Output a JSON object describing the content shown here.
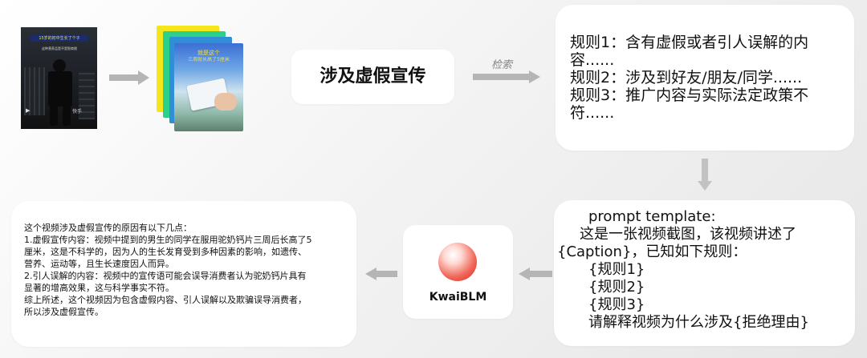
{
  "video": {
    "banner_text": "15岁的初中生长了个子",
    "sub_text": "这种营养品是不是智商税",
    "watermark": "快手"
  },
  "stack": {
    "overlay_text_1": "就是这个",
    "overlay_text_2": "三周就长高了5厘米"
  },
  "topic_box": {
    "label": "涉及虚假宣传"
  },
  "retrieve_label": "检索",
  "rules_box": {
    "lines": [
      "规则1：含有虚假或者引人误解的内",
      "容......",
      "规则2：涉及到好友/朋友/同学......",
      "规则3：推广内容与实际法定政策不",
      "符......"
    ]
  },
  "prompt_box": {
    "lines": [
      "prompt template:",
      "这是一张视频截图，该视频讲述了",
      "{Caption}，已知如下规则：",
      "{规则1}",
      "{规则2}",
      "{规则3}",
      "请解释视频为什么涉及{拒绝理由}"
    ]
  },
  "model_box": {
    "name": "KwaiBLM"
  },
  "answer_box": {
    "lines": [
      "这个视频涉及虚假宣传的原因有以下几点：",
      "1.虚假宣传内容：视频中提到的男生的同学在服用驼奶钙片三周后长高了5",
      "厘米，这是不科学的，因为人的生长发育受到多种因素的影响，如遗传、",
      "营养、运动等，且生长速度因人而异。",
      "2.引人误解的内容：视频中的宣传语可能会误导消费者认为驼奶钙片具有",
      "显著的增高效果，这与科学事实不符。",
      "综上所述，这个视频因为包含虚假内容、引人误解以及欺骗误导消费者，",
      "所以涉及虚假宣传。"
    ]
  },
  "colors": {
    "arrow": "#b5b5b5",
    "logo_red": "#e03a2a",
    "stack_yellow": "#f5e61c",
    "stack_green": "#2bd089",
    "stack_blue": "#2f8ed6"
  }
}
